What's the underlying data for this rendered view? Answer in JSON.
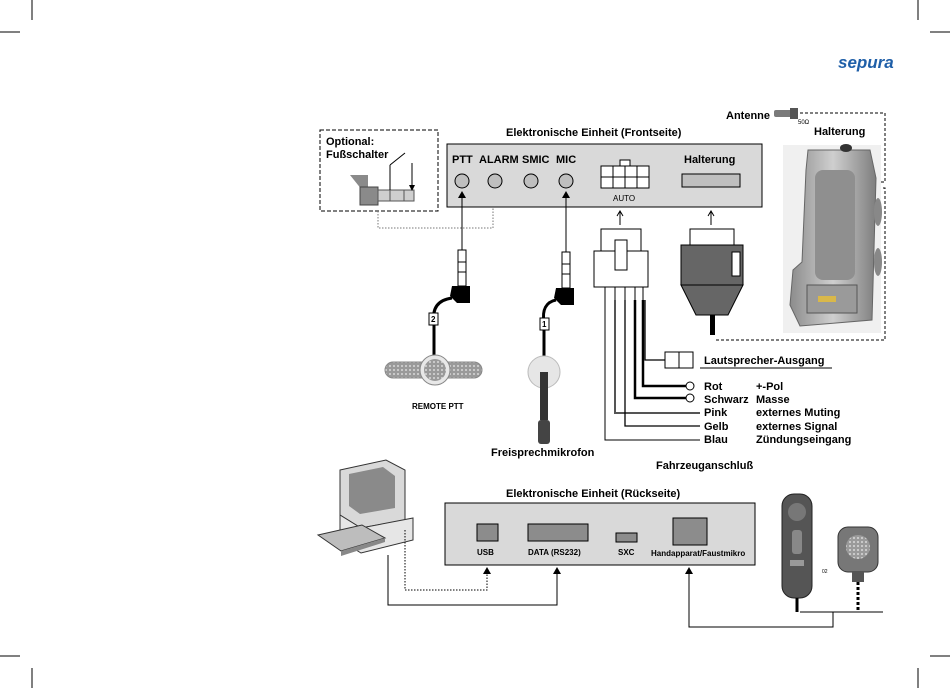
{
  "logo": "sepura",
  "antenna": "Antenne",
  "antenna_connector": "50Ω",
  "bracket_title": "Halterung",
  "optional": {
    "title": "Optional:",
    "subtitle": "Fußschalter"
  },
  "front_unit": {
    "title": "Elektronische Einheit (Frontseite)",
    "ports": [
      "PTT",
      "ALARM",
      "SMIC",
      "MIC"
    ],
    "auto_label": "AUTO",
    "bracket_label": "Halterung"
  },
  "remote_ptt": {
    "label": "REMOTE PTT",
    "cable_no": "2"
  },
  "handsfree_mic": {
    "label": "Freisprechmikrofon",
    "cable_no": "1"
  },
  "speaker_output": "Lautsprecher-Ausgang",
  "wires": [
    {
      "color": "Rot",
      "function": "+-Pol"
    },
    {
      "color": "Schwarz",
      "function": "Masse"
    },
    {
      "color": "Pink",
      "function": "externes Muting"
    },
    {
      "color": "Gelb",
      "function": "externes Signal"
    },
    {
      "color": "Blau",
      "function": "Zündungseingang"
    }
  ],
  "vehicle_connection": "Fahrzeuganschluß",
  "rear_unit": {
    "title": "Elektronische Einheit (Rückseite)",
    "ports": [
      "USB",
      "DATA (RS232)",
      "SXC",
      "Handapparat/Faustmikro"
    ]
  },
  "handset_marks": [
    "02"
  ],
  "colors": {
    "logo": "#1f5fa8",
    "unit_fill": "#d9d9d9",
    "port_fill": "#bfbfbf",
    "device_fill": "#a8a8a8"
  }
}
